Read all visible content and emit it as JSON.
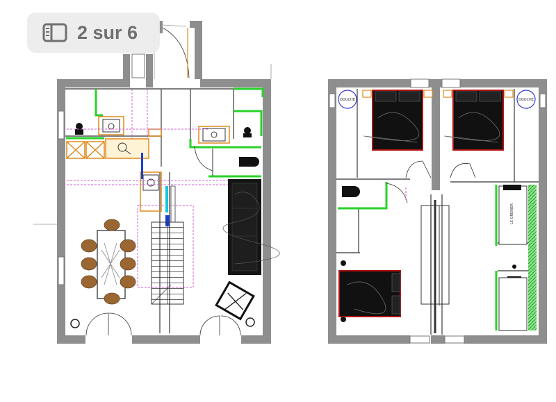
{
  "viewer": {
    "page_indicator": "2 sur 6",
    "icons": [
      "sidebar-icon"
    ]
  },
  "plan": {
    "labels": {
      "bedroom_1_plaque": "DOUCHE",
      "bedroom_2_plaque": "DOUCHE",
      "wardrobe": "LE GRENIER"
    }
  },
  "colors": {
    "wall": "#8e8e8e",
    "green_partition": "#29d12b",
    "orange_furniture": "#e08a1d",
    "wood_furniture": "#9a6632",
    "magenta_guides": "#d35cd3",
    "bed_frame": "#b01313",
    "blue_fixture": "#1a3fd0",
    "cyan_fixture": "#11c8e0"
  }
}
